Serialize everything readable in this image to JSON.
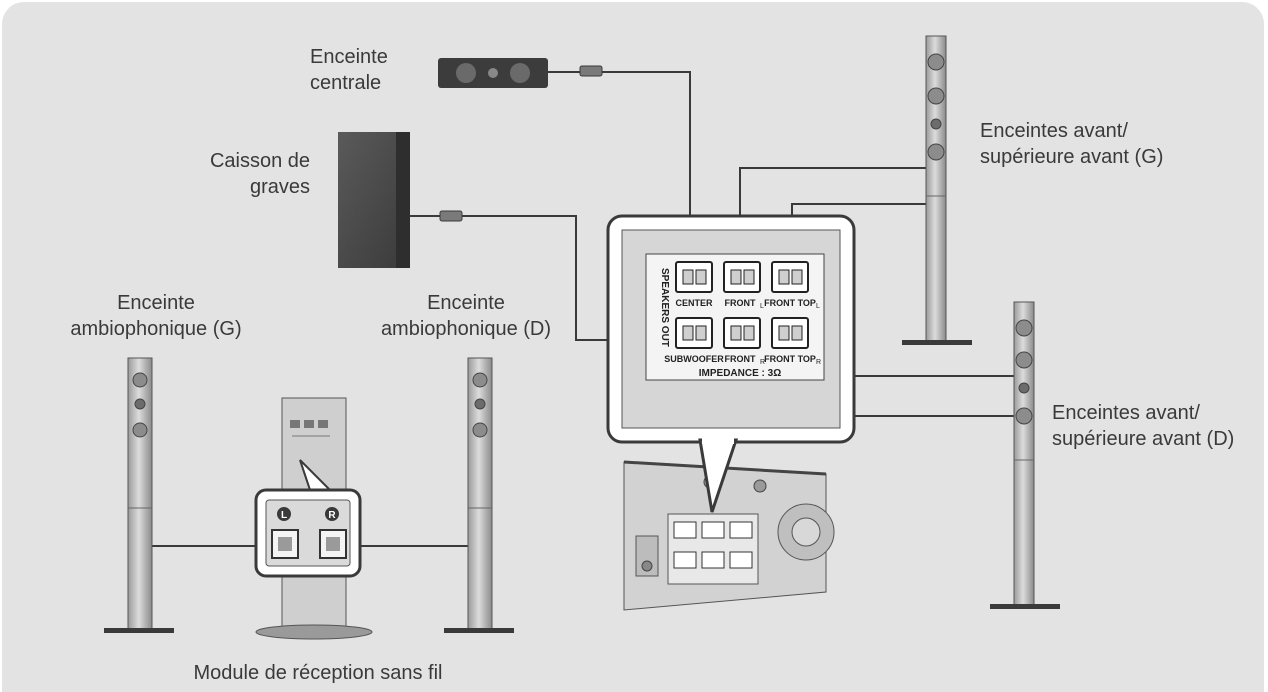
{
  "labels": {
    "center": [
      "Enceinte",
      "centrale"
    ],
    "subwoofer": [
      "Caisson de",
      "graves"
    ],
    "front_left": [
      "Enceintes avant/",
      "supérieure avant (G)"
    ],
    "front_right": [
      "Enceintes avant/",
      "supérieure avant (D)"
    ],
    "surround_left": [
      "Enceinte",
      "ambiophonique (G)"
    ],
    "surround_right": [
      "Enceinte",
      "ambiophonique (D)"
    ],
    "wireless_module": "Module de réception sans fil"
  },
  "terminal_panel": {
    "title": "SPEAKERS OUT",
    "top_row": [
      "CENTER",
      "FRONT",
      "FRONT TOP"
    ],
    "top_row_suffix": [
      "",
      "L",
      "L"
    ],
    "bottom_row": [
      "SUBWOOFER",
      "FRONT",
      "FRONT TOP"
    ],
    "bottom_row_suffix": [
      "",
      "R",
      "R"
    ],
    "impedance": "IMPEDANCE : 3Ω"
  },
  "module_ports": [
    "L",
    "R"
  ],
  "colors": {
    "background": "#e3e3e3",
    "speaker_dark": "#4a4a4a",
    "speaker_body": "#cfcfcf",
    "wire": "#3a3a3a"
  }
}
